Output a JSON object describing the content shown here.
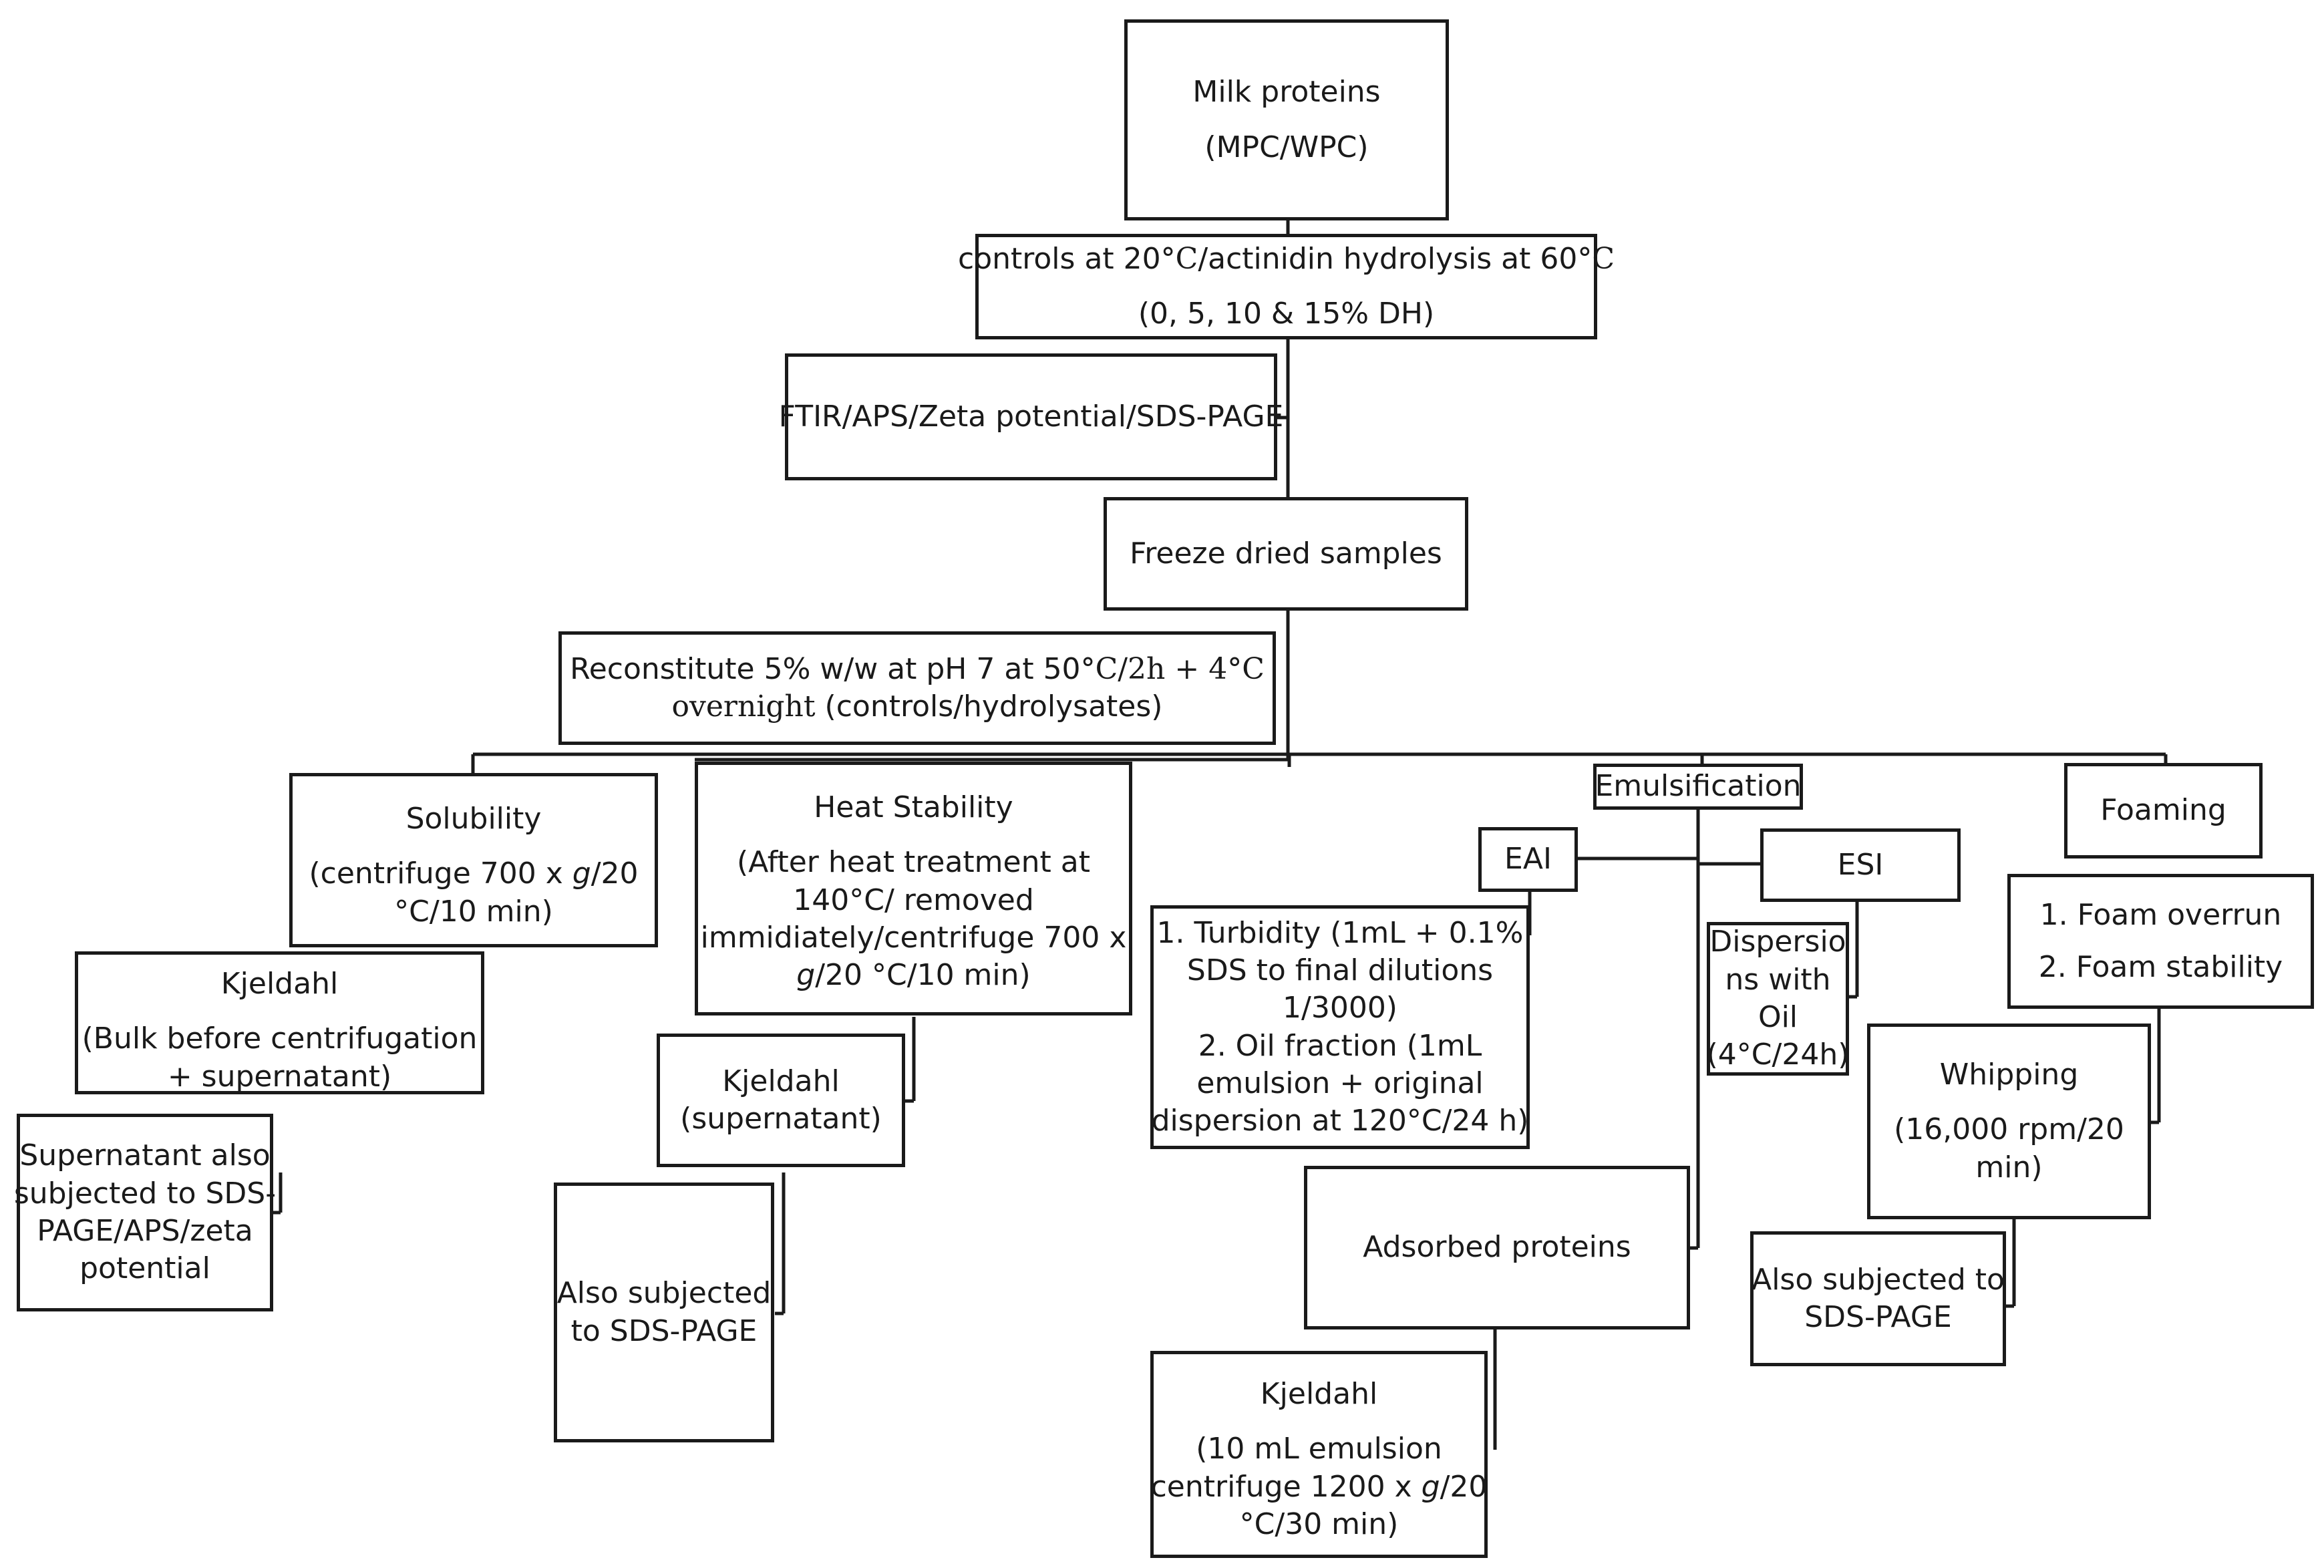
{
  "nodes": {
    "milk_proteins": {
      "line1": "Milk proteins",
      "line2": "(MPC/WPC)"
    },
    "hydrolysis": {
      "line1_a": "controls at 20",
      "line1_b": "°C",
      "line1_c": "/actinidin hydrolysis at 60",
      "line1_d": "°C",
      "line2": "(0, 5, 10 & 15% DH)"
    },
    "analysis": {
      "label": "FTIR/APS/Zeta potential/SDS-PAGE"
    },
    "freeze_dried": {
      "label": "Freeze dried samples"
    },
    "reconstitute": {
      "line1_a": "Reconstitute 5% w/w at pH 7 at 50",
      "line1_b": "°C/2h +  4°C",
      "line2_a": "overnight",
      "line2_b": " (controls/hydrolysates)"
    },
    "solubility": {
      "title": "Solubility",
      "line1_a": "(centrifuge 700 x ",
      "line1_g": "g",
      "line1_b": "/20",
      "line2": "°C/10 min)"
    },
    "kjeldahl_bulk": {
      "title": "Kjeldahl",
      "line1": "(Bulk before centrifugation",
      "line2": "+ supernatant)"
    },
    "supernatant_sds": {
      "line1": "Supernatant also",
      "line2": "subjected to SDS-",
      "line3": "PAGE/APS/zeta",
      "line4": "potential"
    },
    "heat_stability": {
      "title": "Heat Stability",
      "line1": "(After heat treatment at",
      "line2": "140°C/ removed",
      "line3": "immidiately/centrifuge  700 x",
      "line4_g": "g",
      "line4_b": "/20 °C/10 min)"
    },
    "kjeldahl_supernatant": {
      "line1": "Kjeldahl",
      "line2": "(supernatant)"
    },
    "heat_sds": {
      "line1": "Also subjected",
      "line2": "to SDS-PAGE"
    },
    "emulsification": {
      "label": "Emulsification"
    },
    "eai": {
      "label": "EAI"
    },
    "esi": {
      "label": "ESI"
    },
    "turbidity": {
      "line1": "1. Turbidity (1mL + 0.1%",
      "line2": "SDS to final dilutions",
      "line3": "1/3000)",
      "line4": "2. Oil fraction (1mL",
      "line5": "emulsion + original",
      "line6": "dispersion at 120°C/24 h)"
    },
    "dispersions": {
      "line1": "Dispersio",
      "line2": "ns with",
      "line3": "Oil",
      "line4": "(4°C/24h)"
    },
    "adsorbed_proteins": {
      "label": "Adsorbed proteins"
    },
    "kjeldahl_emulsion": {
      "title": "Kjeldahl",
      "line1": "(10 mL emulsion",
      "line2_a": "centrifuge 1200 x ",
      "line2_g": "g",
      "line2_b": "/20",
      "line3": "°C/30 min)"
    },
    "foaming": {
      "label": "Foaming"
    },
    "foam_tests": {
      "line1": "1. Foam overrun",
      "line2": "2. Foam stability"
    },
    "whipping": {
      "title": "Whipping",
      "line1": "(16,000 rpm/20",
      "line2": "min)"
    },
    "foam_sds": {
      "line1": "Also subjected to",
      "line2": "SDS-PAGE"
    }
  }
}
